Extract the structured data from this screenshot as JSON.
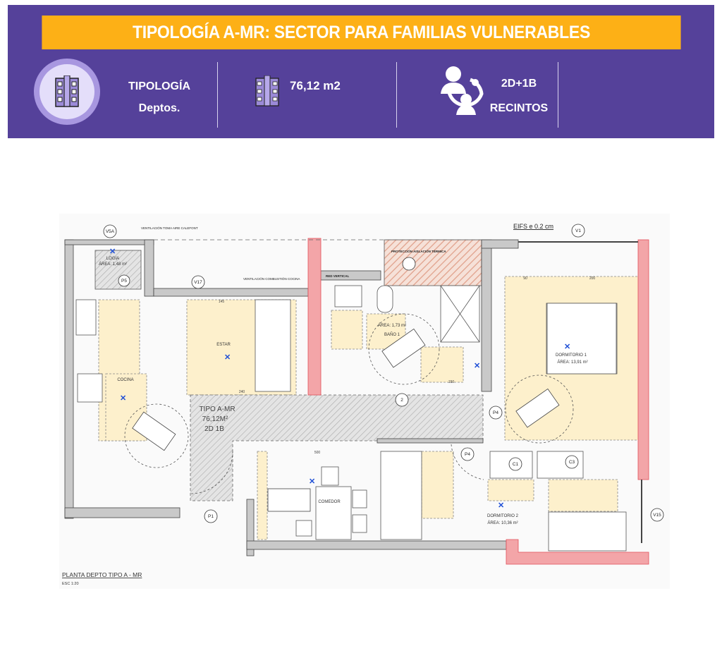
{
  "header": {
    "title": "TIPOLOGÍA  A-MR: SECTOR PARA FAMILIAS VULNERABLES",
    "type_label": "TIPOLOGÍA",
    "type_value": "Deptos.",
    "area": "76,12 m2",
    "rooms_value": "2D+1B",
    "rooms_label": "RECINTOS",
    "icons": [
      "building-icon",
      "building-small-icon",
      "family-icon"
    ],
    "colors": {
      "purple": "#55419a",
      "orange": "#fdb016"
    }
  },
  "plan": {
    "rooms": {
      "estar": "ESTAR",
      "cocina": "COCINA",
      "comedor": "COMEDOR",
      "logia": "LOGIA",
      "logia_area": "ÁREA: 1,48 m²",
      "bano": "BAÑO 1",
      "bano_area": "ÁREA: 1,73 m²",
      "dorm1": "DORMITORIO 1",
      "dorm1_area": "ÁREA: 13,91 m²",
      "dorm2": "DORMITORIO 2",
      "dorm2_area": "ÁREA: 10,36 m²"
    },
    "unit": {
      "name": "TIPO A-MR",
      "area": "76,12M²",
      "program": "2D 1B"
    },
    "tags": {
      "v5a": "V5A",
      "v17": "V17",
      "v1": "V1",
      "v15": "V15",
      "p1": "P1",
      "p4a": "P4",
      "p4b": "P4",
      "p5": "P5",
      "c1": "C1",
      "c3": "C3",
      "n2": "2"
    },
    "notes": {
      "eifs": "EIFS  e  0.2  cm",
      "vent_cocina": "VENTILACIÓN COMBUSTIÓN COCINA",
      "vent_toma": "VENTILACIÓN TOMA AIRE CALEFONT",
      "red_vertical": "RED VERTICAL",
      "proteccion": "PROTECCIÓN AISLACIÓN TÉRMICA"
    },
    "dims": {
      "d145": "145",
      "d240": "240",
      "d500": "500",
      "d200": "200",
      "d90": "90",
      "d150": "150"
    },
    "footer_title": "PLANTA DEPTO TIPO A - MR",
    "footer_scale": "ESC 1:20"
  }
}
